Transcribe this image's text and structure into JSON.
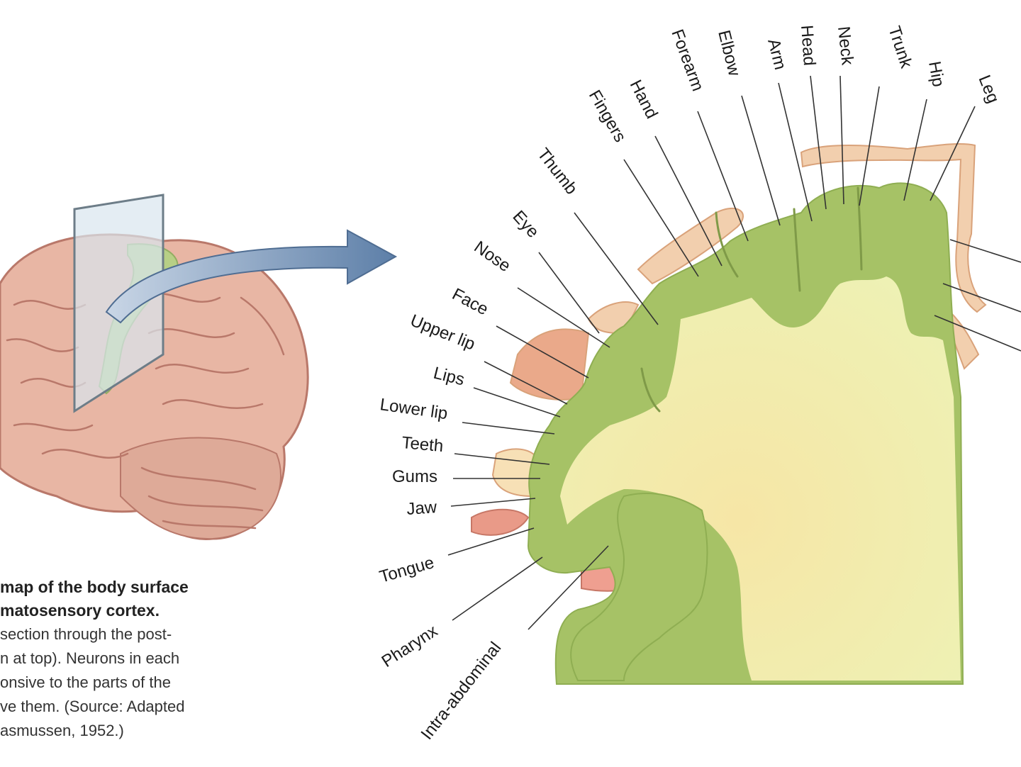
{
  "caption": {
    "title": "map of the body surface\nmatosensory cortex.",
    "body": "section through the post-\nn at top). Neurons in each\nonsive to the parts of the\nve them. (Source: Adapted\nasmussen, 1952.)"
  },
  "labels": [
    {
      "key": "leg",
      "text": "Leg"
    },
    {
      "key": "hip",
      "text": "Hip"
    },
    {
      "key": "trunk",
      "text": "Trunk"
    },
    {
      "key": "neck",
      "text": "Neck"
    },
    {
      "key": "head",
      "text": "Head"
    },
    {
      "key": "arm",
      "text": "Arm"
    },
    {
      "key": "elbow",
      "text": "Elbow"
    },
    {
      "key": "forearm",
      "text": "Forearm"
    },
    {
      "key": "hand",
      "text": "Hand"
    },
    {
      "key": "fingers",
      "text": "Fingers"
    },
    {
      "key": "thumb",
      "text": "Thumb"
    },
    {
      "key": "eye",
      "text": "Eye"
    },
    {
      "key": "nose",
      "text": "Nose"
    },
    {
      "key": "face",
      "text": "Face"
    },
    {
      "key": "upper_lip",
      "text": "Upper lip"
    },
    {
      "key": "lips",
      "text": "Lips"
    },
    {
      "key": "lower_lip",
      "text": "Lower lip"
    },
    {
      "key": "teeth",
      "text": "Teeth"
    },
    {
      "key": "gums",
      "text": "Gums"
    },
    {
      "key": "jaw",
      "text": "Jaw"
    },
    {
      "key": "tongue",
      "text": "Tongue"
    },
    {
      "key": "pharynx",
      "text": "Pharynx"
    },
    {
      "key": "intra_abdominal",
      "text": "Intra-abdominal"
    }
  ],
  "colors": {
    "cortex_green": "#a9c46a",
    "white_matter": "#f3efb0",
    "body_skin": "#f1c9a6",
    "brain": "#e6b2a2",
    "arrow": "#6f8db3"
  }
}
